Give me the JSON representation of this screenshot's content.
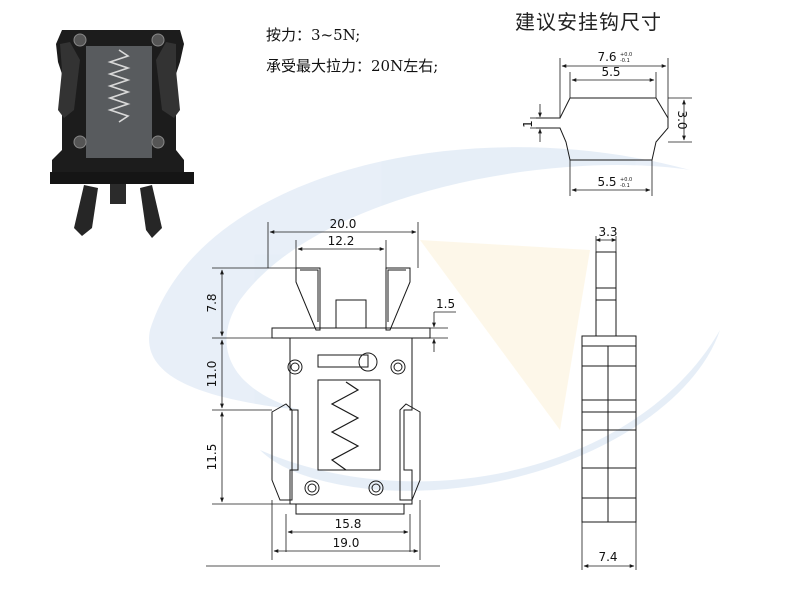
{
  "specs": {
    "pull_force": "按力：3~5N;",
    "max_tension": "承受最大拉力：20N左右;"
  },
  "suggested_hook": {
    "title": "建议安挂钩尺寸",
    "dim_top_width": "7.6",
    "dim_top_width_tol_upper": "+0.0",
    "dim_top_width_tol_lower": "-0.1",
    "dim_inner_width": "5.5",
    "dim_height": "3.0",
    "dim_step": "1",
    "dim_bottom_width": "5.5",
    "dim_bottom_width_tol_upper": "+0.0",
    "dim_bottom_width_tol_lower": "-0.1"
  },
  "front_view": {
    "dim_overall_top": "20.0",
    "dim_inner_top": "12.2",
    "dim_left_upper": "7.8",
    "dim_left_middle": "11.0",
    "dim_left_lower": "11.5",
    "dim_flange": "1.5",
    "dim_base_inner": "15.8",
    "dim_base_overall": "19.0"
  },
  "side_view": {
    "dim_top": "3.3",
    "dim_bottom": "7.4"
  },
  "colors": {
    "line": "#1a1a1a",
    "watermark_blue": "#4a86c8",
    "watermark_yellow": "#f2c95c",
    "photo_dark": "#1c1c1c"
  }
}
